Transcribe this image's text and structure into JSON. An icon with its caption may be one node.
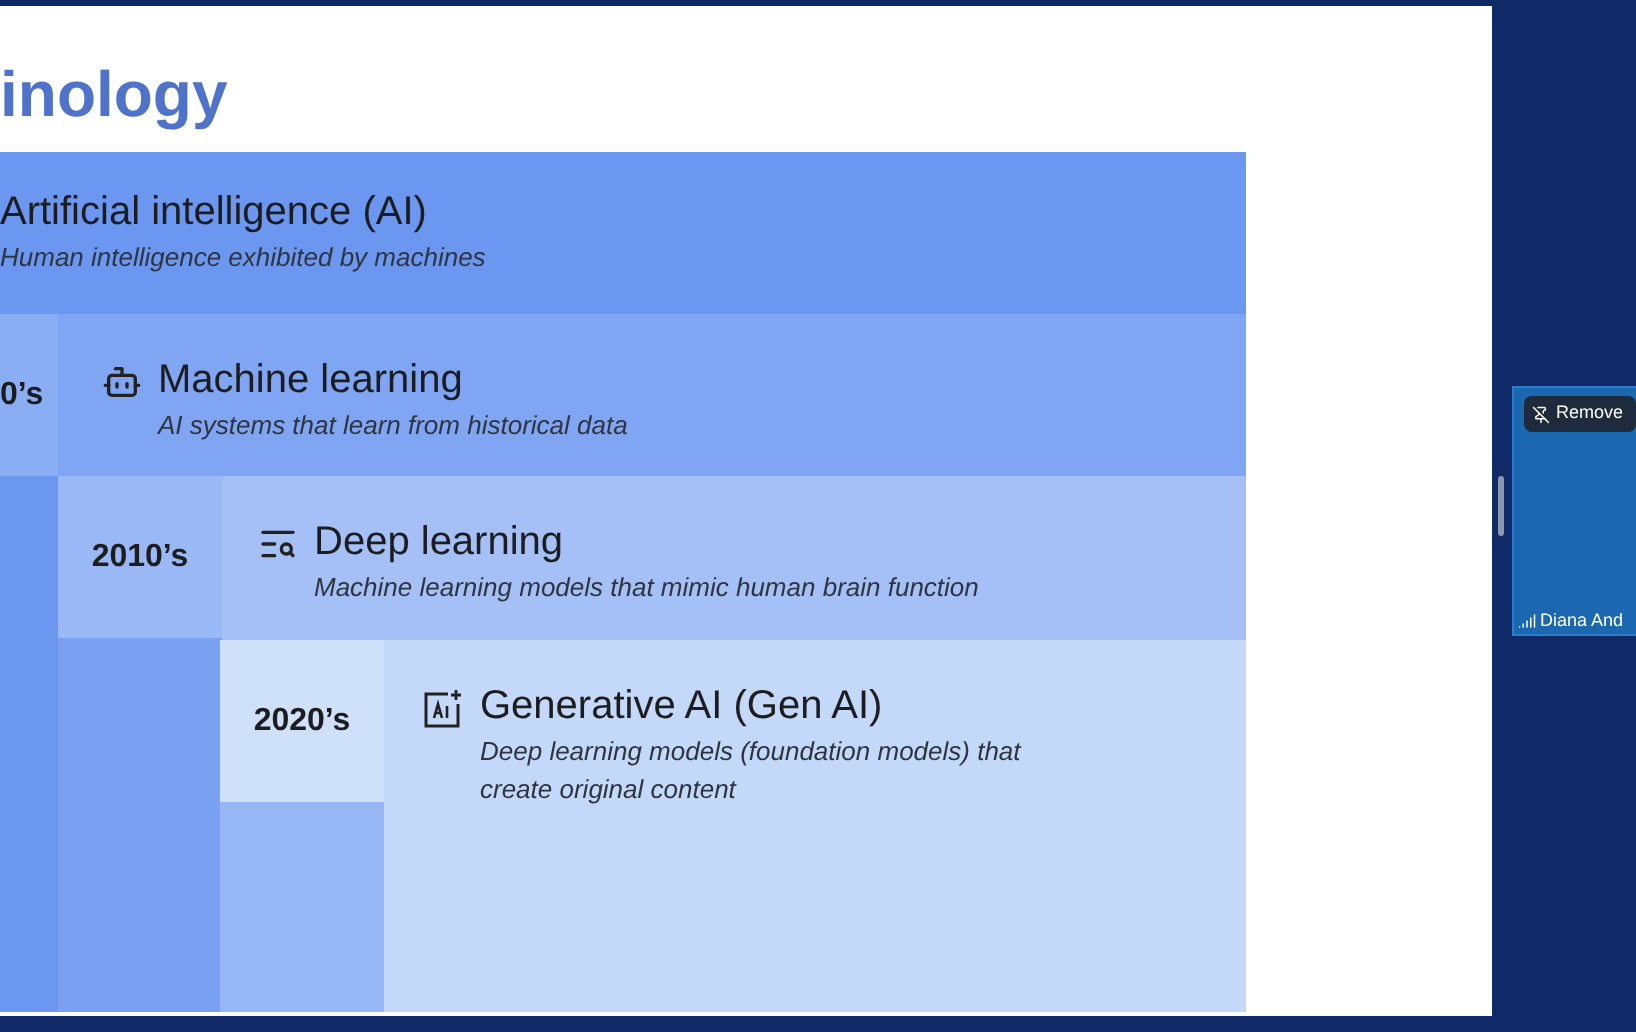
{
  "diagram": {
    "title": "inology",
    "nodes": [
      {
        "text": [
          "Artificial intelligence (AI)",
          "Human intelligence exhibited by machines"
        ]
      },
      {
        "text": [
          "Machine learning",
          "AI systems that learn from historical data"
        ],
        "in": 0,
        "beside": [
          "0’s"
        ]
      },
      {
        "text": [
          "Deep learning",
          "Machine learning models that mimic human brain function"
        ],
        "in": 1,
        "beside": [
          "2010’s"
        ]
      },
      {
        "text": [
          "Generative AI (Gen AI)",
          "Deep learning models (foundation models) that create original content"
        ],
        "in": 2,
        "beside": [
          "2020’s"
        ]
      }
    ],
    "labels": [
      "Remove",
      "Diana And"
    ]
  }
}
